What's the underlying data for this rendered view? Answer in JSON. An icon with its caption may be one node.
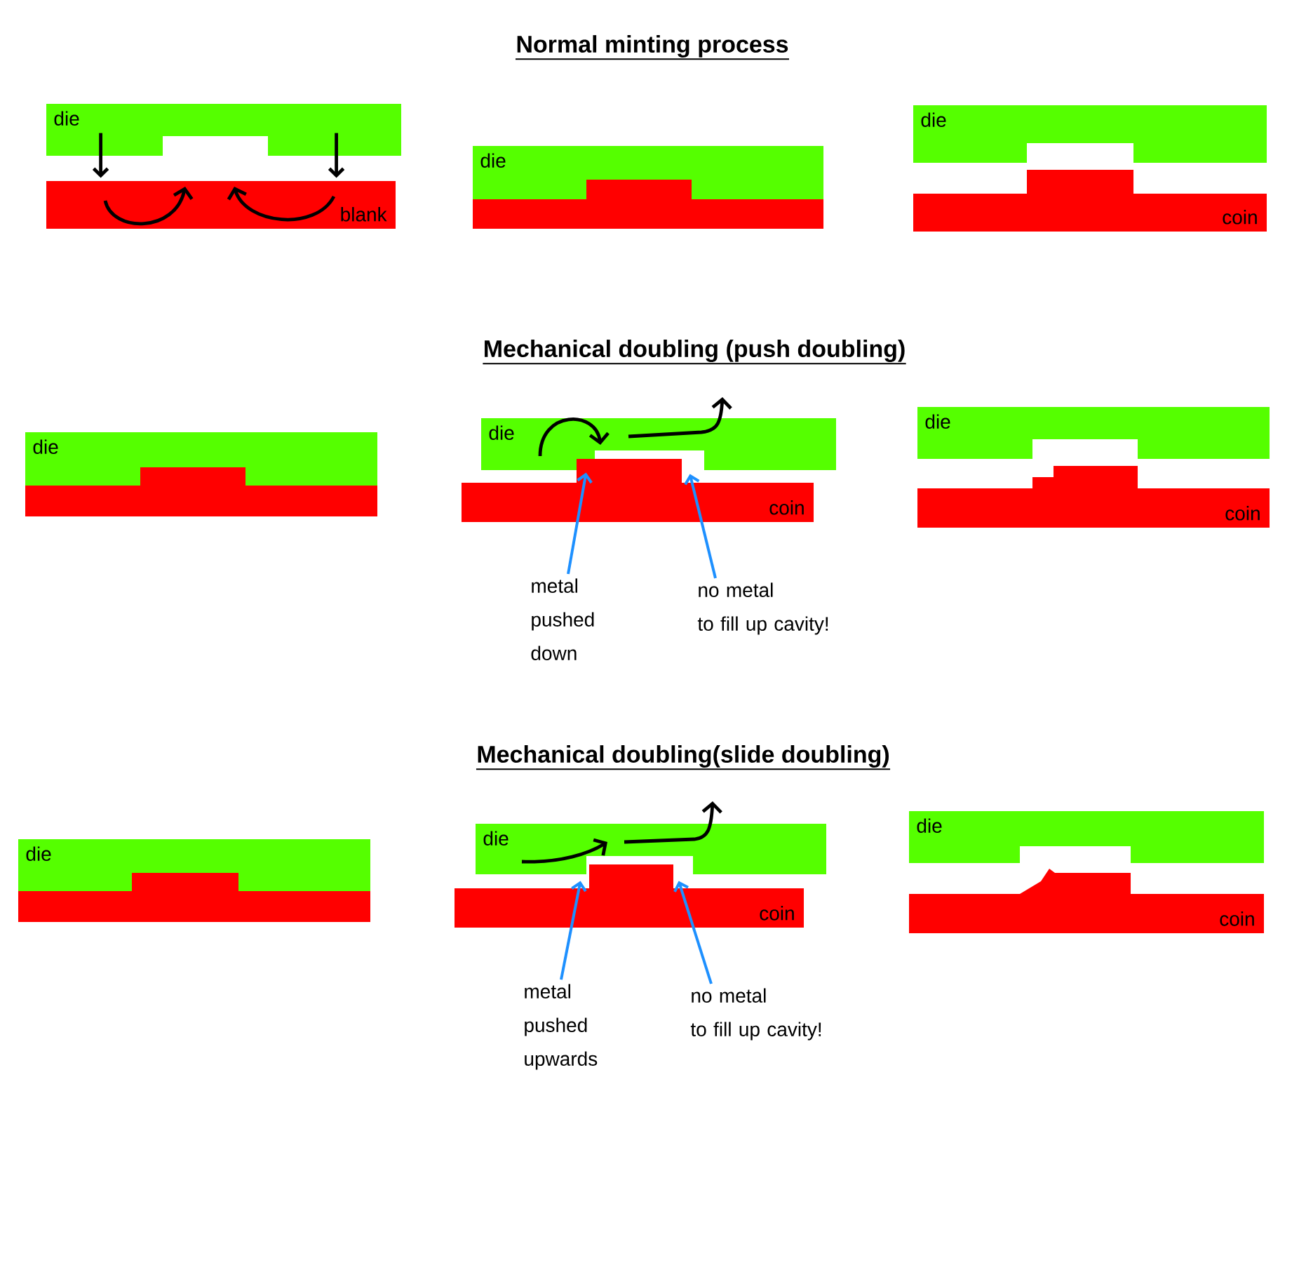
{
  "diagram": {
    "nodes": [
      {
        "text": [
          "die"
        ]
      },
      {
        "text": [
          "blank"
        ]
      },
      {
        "text": [
          "die"
        ]
      },
      {
        "text": [],
        "shape": "box"
      },
      {
        "text": [
          "die"
        ]
      },
      {
        "text": [
          "coin"
        ]
      },
      {
        "text": [
          "die"
        ]
      },
      {
        "text": [],
        "shape": "box"
      },
      {
        "text": [
          "die"
        ]
      },
      {
        "text": [
          "coin"
        ]
      },
      {
        "text": [
          "die"
        ]
      },
      {
        "text": [
          "coin"
        ]
      },
      {
        "text": [
          "die"
        ]
      },
      {
        "text": [],
        "shape": "box"
      },
      {
        "text": [
          "die"
        ]
      },
      {
        "text": [
          "coin"
        ]
      },
      {
        "text": [
          "die"
        ]
      },
      {
        "text": [
          "coin"
        ]
      },
      {
        "text": [
          "metal pushed down"
        ]
      },
      {
        "text": [
          "no metal to fill up cavity!"
        ]
      },
      {
        "text": [
          "metal pushed upwards"
        ]
      },
      {
        "text": [
          "no metal to fill up cavity!"
        ]
      }
    ],
    "edges": [
      {
        "from": 0,
        "to": 1,
        "arrow": "to",
        "color": "#000000"
      },
      {
        "from": 0,
        "to": 1,
        "arrow": "to",
        "color": "#000000"
      },
      {
        "from": 18,
        "to": 9,
        "arrow": "to"
      },
      {
        "from": 19,
        "to": 9,
        "arrow": "to"
      },
      {
        "from": 20,
        "to": 15,
        "arrow": "to"
      },
      {
        "from": 21,
        "to": 15,
        "arrow": "to"
      }
    ],
    "labels": [
      "Normal minting process",
      "Mechanical doubling (push doubling)",
      "Mechanical doubling(slide doubling)"
    ]
  }
}
